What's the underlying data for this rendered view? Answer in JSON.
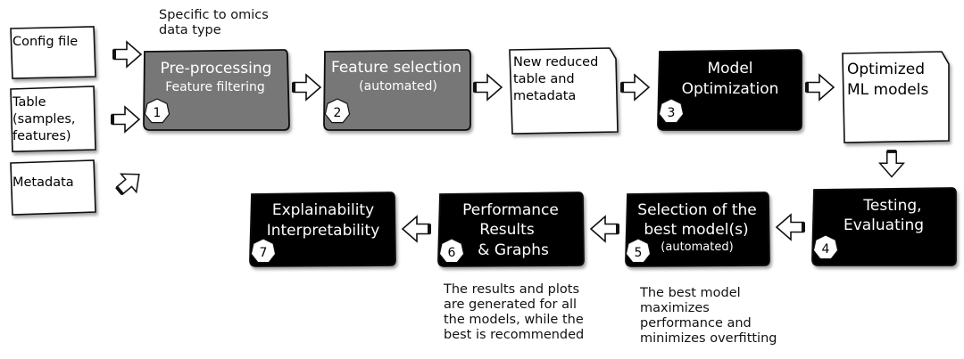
{
  "inputs": {
    "config": "Config file",
    "table": [
      "Table",
      "(samples,",
      "features)"
    ],
    "metadata": "Metadata"
  },
  "annotations": {
    "omics": "Specific to omics\ndata type",
    "results_note": "The results and plots\nare generated for all\nthe models, while the\nbest is recommended",
    "best_note": "The best model\nmaximizes\nperformance and\nminimizes overfitting"
  },
  "steps": [
    {
      "number": "1",
      "title": "Pre-processing",
      "subtitle": "Feature filtering"
    },
    {
      "number": "2",
      "title": "Feature selection",
      "subtitle": "(automated)"
    },
    {
      "number": "3",
      "lines": [
        "Model",
        "Optimization"
      ]
    },
    {
      "number": "4",
      "lines": [
        "Testing,",
        "Evaluating"
      ]
    },
    {
      "number": "5",
      "lines": [
        "Selection of the",
        "best model(s)"
      ],
      "subtitle": "(automated)"
    },
    {
      "number": "6",
      "lines": [
        "Performance",
        "Results",
        "& Graphs"
      ]
    },
    {
      "number": "7",
      "lines": [
        "Explainability",
        "Interpretability"
      ]
    }
  ],
  "outputs": {
    "reduced": [
      "New reduced",
      "table and",
      "metadata"
    ],
    "optimized": [
      "Optimized",
      "ML models"
    ]
  },
  "colors": {
    "gray_box": "#777777",
    "black_box": "#000000",
    "doc_border": "#111111"
  }
}
